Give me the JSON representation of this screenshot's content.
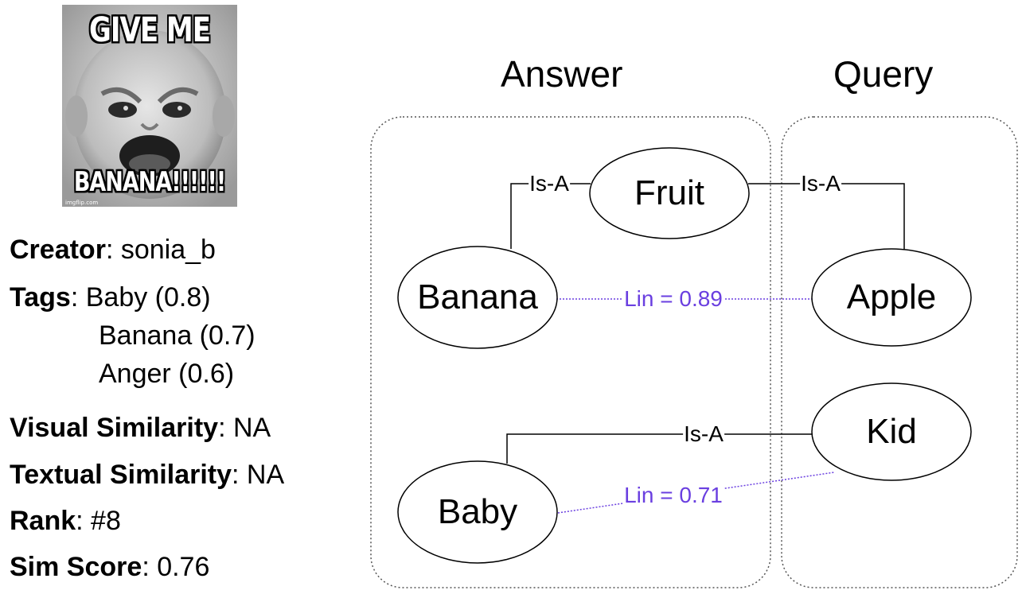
{
  "meme": {
    "top_text": "GIVE ME",
    "bottom_text": "BANANA!!!!!!",
    "credit": "imgflip.com"
  },
  "info": {
    "creator": {
      "label": "Creator",
      "value": ": sonia_b"
    },
    "tags": {
      "label": "Tags",
      "items": [
        ": Baby (0.8)",
        "Banana (0.7)",
        "Anger (0.6)"
      ]
    },
    "visual_similarity": {
      "label": "Visual Similarity",
      "value": ": NA"
    },
    "textual_similarity": {
      "label": "Textual Similarity",
      "value": ": NA"
    },
    "rank": {
      "label": "Rank",
      "value": ": #8"
    },
    "sim_score": {
      "label": "Sim Score",
      "value": ": 0.76"
    }
  },
  "diagram": {
    "groups": {
      "answer": "Answer",
      "query": "Query"
    },
    "nodes": {
      "fruit": "Fruit",
      "banana": "Banana",
      "apple": "Apple",
      "kid": "Kid",
      "baby": "Baby"
    },
    "edges": {
      "banana_fruit": "Is-A",
      "apple_fruit": "Is-A",
      "baby_kid": "Is-A"
    },
    "similarities": {
      "banana_apple": "Lin = 0.89",
      "baby_kid": "Lin = 0.71"
    },
    "colors": {
      "similarity": "#6a3fe0",
      "edge": "#000000",
      "group_border": "#555555"
    }
  }
}
